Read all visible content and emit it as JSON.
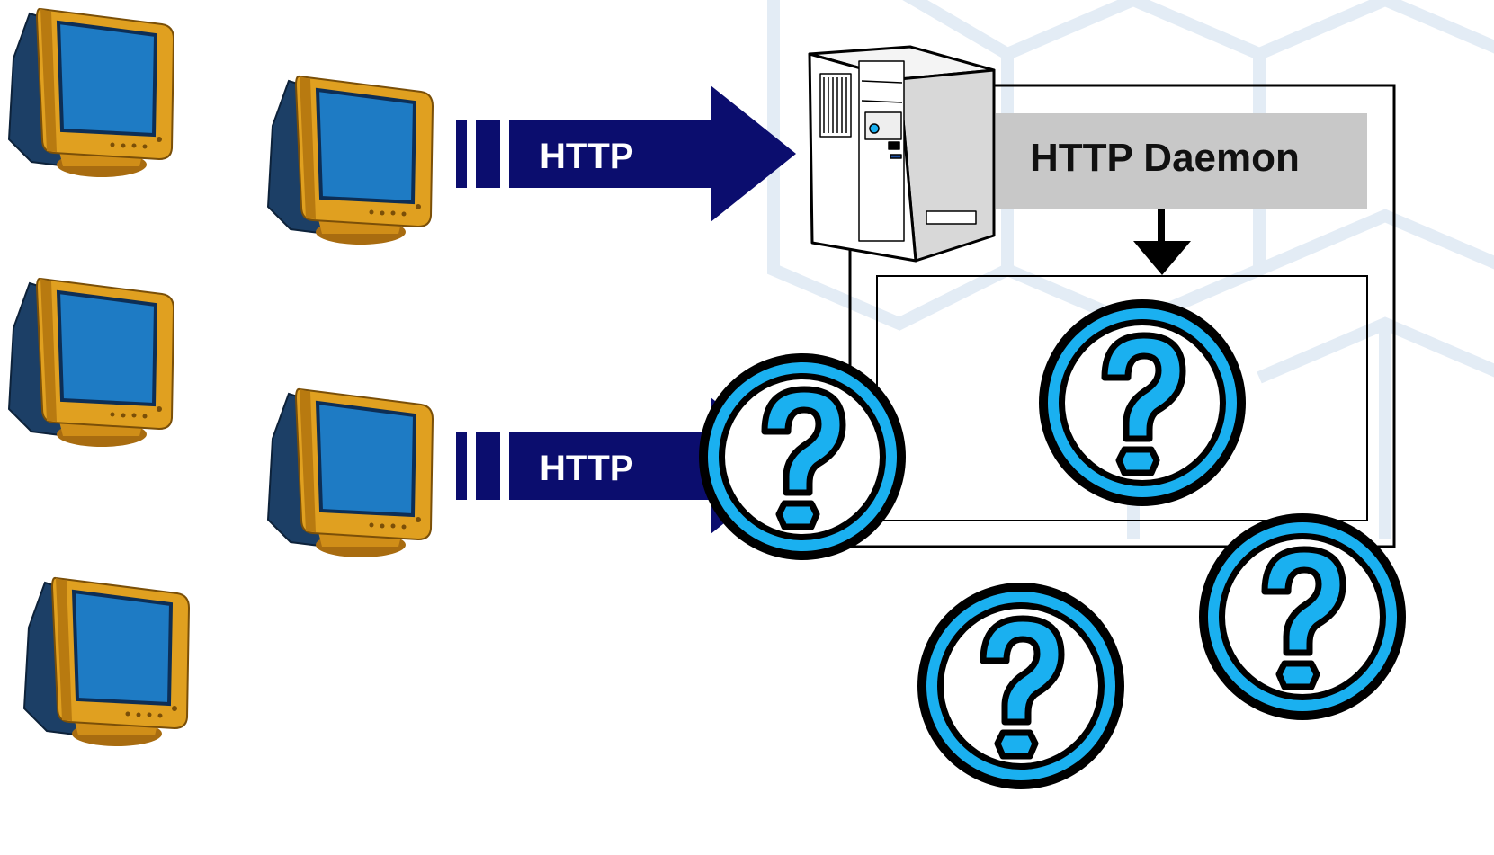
{
  "arrows": [
    {
      "label": "HTTP"
    },
    {
      "label": "HTTP"
    }
  ],
  "daemon": {
    "label": "HTTP Daemon"
  },
  "icons": {
    "client": "crt-monitor-icon",
    "server": "server-tower-icon",
    "unknown": "question-mark-icon"
  },
  "colors": {
    "arrow": "#0b0d6e",
    "daemon_bg": "#c8c8c8",
    "monitor_frame": "#e0a020",
    "monitor_screen": "#1e7bc4",
    "monitor_back": "#1c3f66",
    "question_ring": "#1ab0f0",
    "background_hex": "#e3ecf5"
  }
}
